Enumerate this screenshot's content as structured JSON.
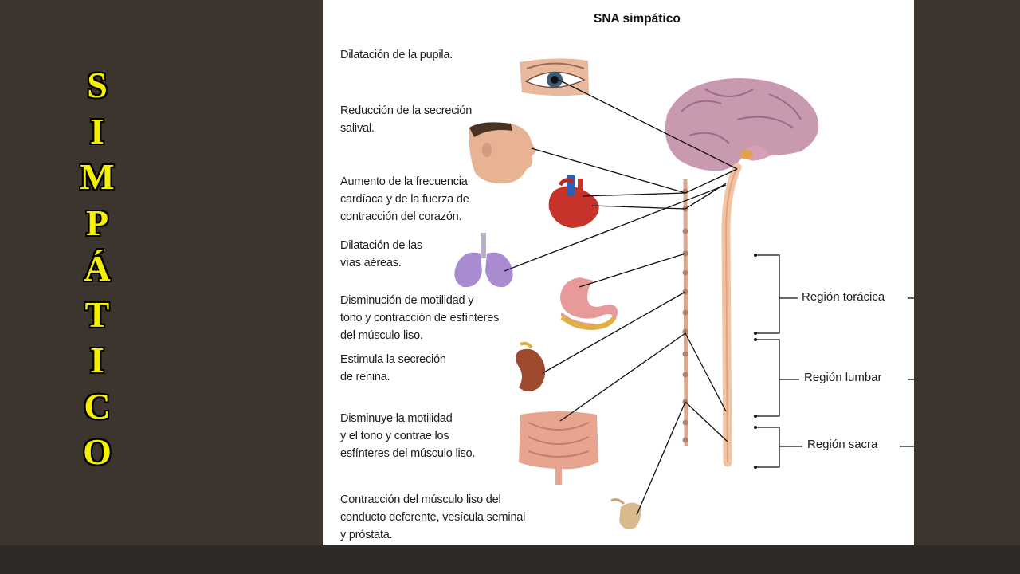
{
  "slide": {
    "vertical_title_letters": [
      "S",
      "I",
      "M",
      "P",
      "Á",
      "T",
      "I",
      "C",
      "O"
    ],
    "title_color": "#f4f000",
    "background_color": "#3b352d"
  },
  "diagram": {
    "title": "SNA simpático",
    "effects": [
      {
        "id": "pupil",
        "icon": "eye-icon",
        "text": "Dilatación de la pupila."
      },
      {
        "id": "saliva",
        "icon": "face-icon",
        "text": "Reducción de la secreción\nsalival."
      },
      {
        "id": "heart",
        "icon": "heart-icon",
        "text": "Aumento de la frecuencia\ncardíaca y de la fuerza de\ncontracción del corazón."
      },
      {
        "id": "lungs",
        "icon": "lungs-icon",
        "text": "Dilatación de las\nvías aéreas."
      },
      {
        "id": "stomach",
        "icon": "stomach-icon",
        "text": "Disminución de motilidad y\ntono y contracción de esfínteres\ndel músculo liso."
      },
      {
        "id": "kidney",
        "icon": "kidney-icon",
        "text": "Estimula la secreción\nde renina."
      },
      {
        "id": "intestine",
        "icon": "intestine-icon",
        "text": "Disminuye la motilidad\ny el tono y contrae los\nesfínteres del músculo liso."
      },
      {
        "id": "reproductive",
        "icon": "prostate-icon",
        "text": "Contracción del músculo liso del\nconducto deferente, vesícula seminal\ny próstata."
      }
    ],
    "regions": [
      {
        "id": "thoracic",
        "label": "Región torácica"
      },
      {
        "id": "lumbar",
        "label": "Región lumbar"
      },
      {
        "id": "sacral",
        "label": "Región sacra"
      }
    ]
  }
}
